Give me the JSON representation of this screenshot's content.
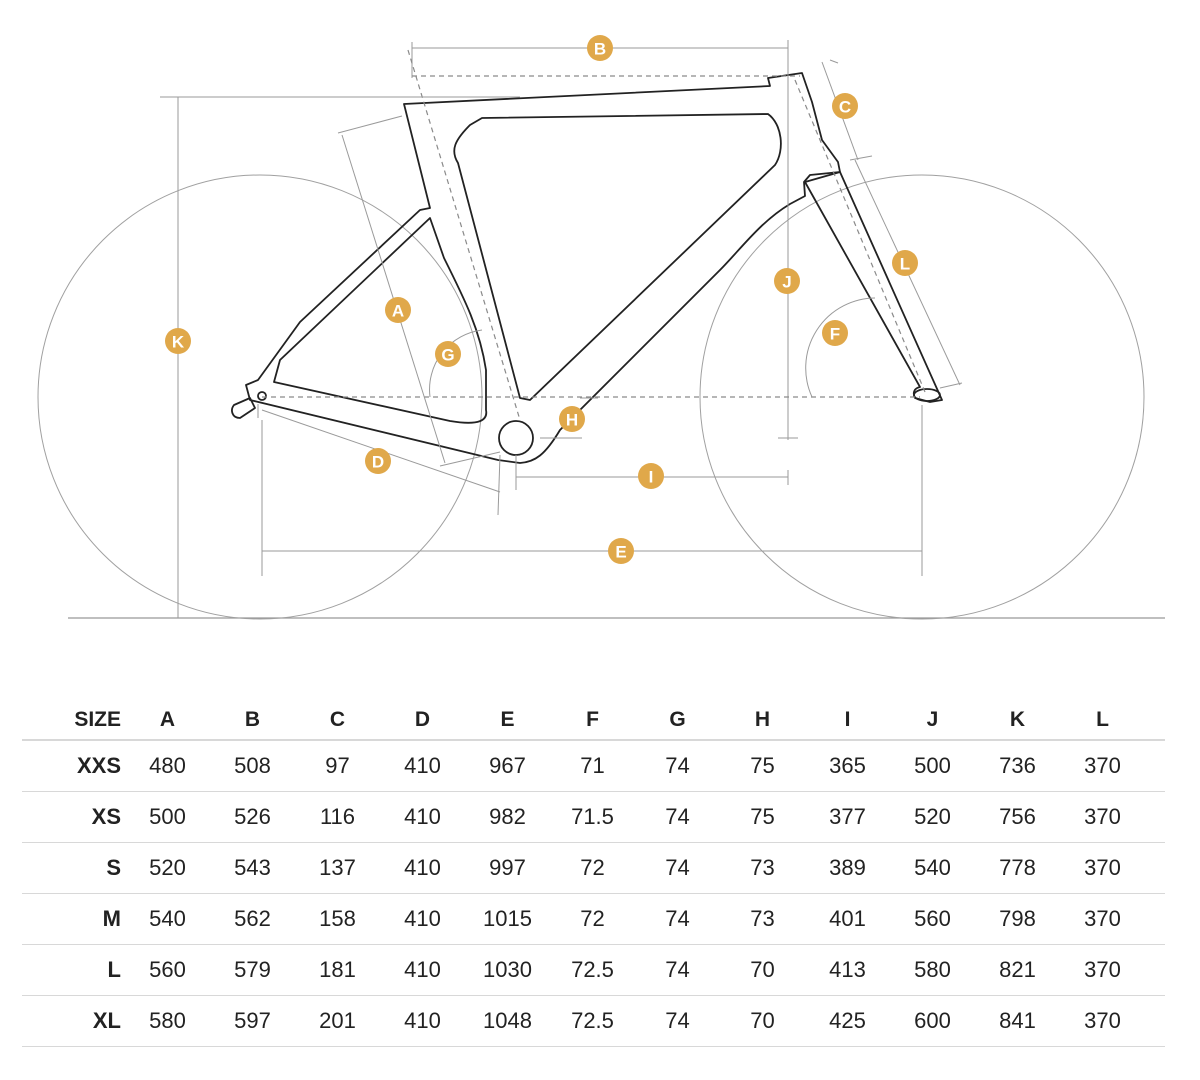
{
  "colors": {
    "badge": "#e0a84a",
    "lines": "#9a9a9a",
    "frame": "#222222"
  },
  "diagram": {
    "labels": {
      "A": "A",
      "B": "B",
      "C": "C",
      "D": "D",
      "E": "E",
      "F": "F",
      "G": "G",
      "H": "H",
      "I": "I",
      "J": "J",
      "K": "K",
      "L": "L"
    }
  },
  "table": {
    "headers": [
      "SIZE",
      "A",
      "B",
      "C",
      "D",
      "E",
      "F",
      "G",
      "H",
      "I",
      "J",
      "K",
      "L"
    ],
    "rows": [
      [
        "XXS",
        "480",
        "508",
        "97",
        "410",
        "967",
        "71",
        "74",
        "75",
        "365",
        "500",
        "736",
        "370"
      ],
      [
        "XS",
        "500",
        "526",
        "116",
        "410",
        "982",
        "71.5",
        "74",
        "75",
        "377",
        "520",
        "756",
        "370"
      ],
      [
        "S",
        "520",
        "543",
        "137",
        "410",
        "997",
        "72",
        "74",
        "73",
        "389",
        "540",
        "778",
        "370"
      ],
      [
        "M",
        "540",
        "562",
        "158",
        "410",
        "1015",
        "72",
        "74",
        "73",
        "401",
        "560",
        "798",
        "370"
      ],
      [
        "L",
        "560",
        "579",
        "181",
        "410",
        "1030",
        "72.5",
        "74",
        "70",
        "413",
        "580",
        "821",
        "370"
      ],
      [
        "XL",
        "580",
        "597",
        "201",
        "410",
        "1048",
        "72.5",
        "74",
        "70",
        "425",
        "600",
        "841",
        "370"
      ]
    ]
  }
}
